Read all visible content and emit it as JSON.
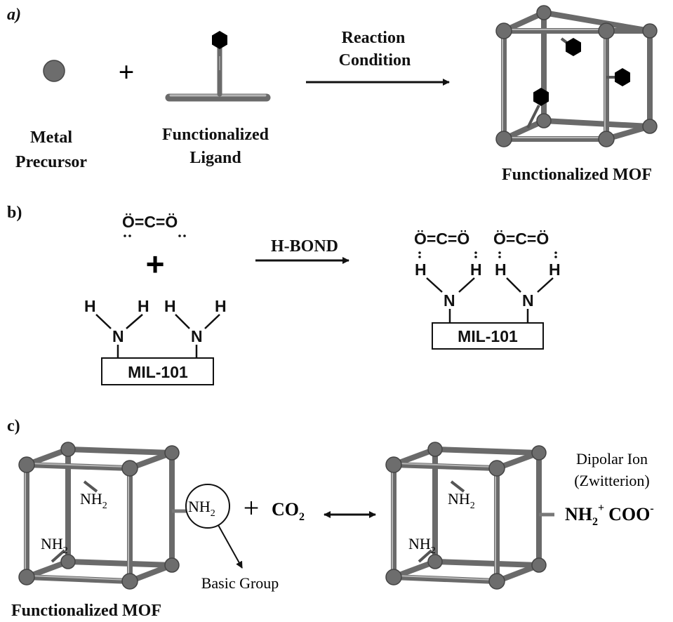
{
  "panels": {
    "a": "a)",
    "b": "b)",
    "c": "c)"
  },
  "panel_a": {
    "metal_precursor": [
      "Metal",
      "Precursor"
    ],
    "plus": "+",
    "functionalized_ligand": [
      "Functionalized",
      "Ligand"
    ],
    "arrow_label": [
      "Reaction",
      "Condition"
    ],
    "product": "Functionalized MOF"
  },
  "panel_b": {
    "co2": "Ö=C=Ö",
    "plus": "+",
    "arrow_label": "H-BOND",
    "h": "H",
    "n": "N",
    "support": "MIL-101"
  },
  "panel_c": {
    "nh2_main": "NH",
    "sub2": "2",
    "plus": "+",
    "co2_main": "CO",
    "basic_group": "Basic Group",
    "dipolar": [
      "Dipolar Ion",
      "(Zwitterion)"
    ],
    "zw_nh2": "NH",
    "zw_plus": "+",
    "zw_coo": "COO",
    "zw_minus": "-",
    "caption": "Functionalized MOF"
  },
  "colors": {
    "rod": "#6a6a6a",
    "node": "#6d6d6d",
    "hexagon": "#000000"
  }
}
